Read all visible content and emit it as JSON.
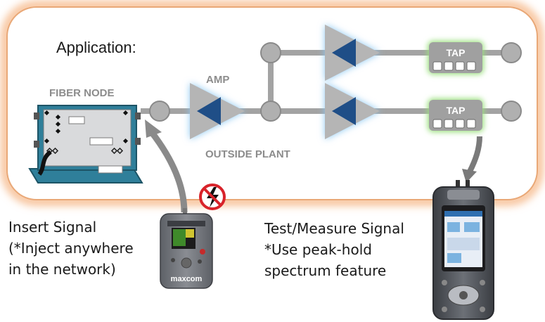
{
  "diagram": {
    "title": "Application:",
    "fiber_node_label": "FIBER NODE",
    "amp_label": "AMP",
    "outside_plant_label": "OUTSIDE PLANT",
    "tap_labels": [
      "TAP",
      "TAP"
    ],
    "insert_signal": {
      "line1": "Insert Signal",
      "line2": "(*Inject anywhere",
      "line3": "in the network)"
    },
    "test_signal": {
      "line1": "Test/Measure Signal",
      "line2": "*Use peak-hold",
      "line3": "spectrum feature"
    },
    "generator_brand": "maxcom",
    "colors": {
      "frame_glow": "#f6b98a",
      "line_grey": "#a3a3a3",
      "node_teal": "#2f7f9a",
      "amp_blue": "#1f4e87",
      "amp_glow": "#8cc8f2",
      "tap_glow": "#9be07f",
      "no_sign_red": "#d8232a"
    },
    "icons": [
      "no-lightning-icon",
      "arrow-icon"
    ]
  }
}
